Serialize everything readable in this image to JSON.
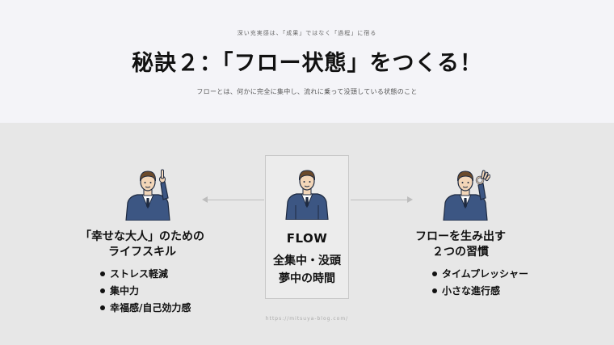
{
  "header": {
    "kicker": "深い充実感は、「成果」ではなく「過程」に宿る",
    "title": "秘訣２：「フロー状態」をつくる！",
    "subtitle": "フローとは、何かに完全に集中し、流れに乗って没頭している状態のこと"
  },
  "center": {
    "label": "FLOW",
    "line1": "全集中・没頭",
    "line2": "夢中の時間"
  },
  "left": {
    "heading_line1": "「幸せな大人」のための",
    "heading_line2": "ライフスキル",
    "items": [
      "ストレス軽減",
      "集中力",
      "幸福感/自己効力感"
    ]
  },
  "right": {
    "heading_line1": "フローを生み出す",
    "heading_line2": "２つの習慣",
    "items": [
      "タイムプレッシャー",
      "小さな進行感"
    ]
  },
  "footer": {
    "url": "https://mitsuya-blog.com/"
  },
  "icons": {
    "left_figure": "businessman-pointing-up-icon",
    "center_figure": "businessman-standing-icon",
    "right_figure": "businessman-ok-sign-icon"
  },
  "colors": {
    "suit": "#3c5683",
    "top_bg": "#f4f4f8",
    "bottom_bg": "#e7e7e7"
  }
}
